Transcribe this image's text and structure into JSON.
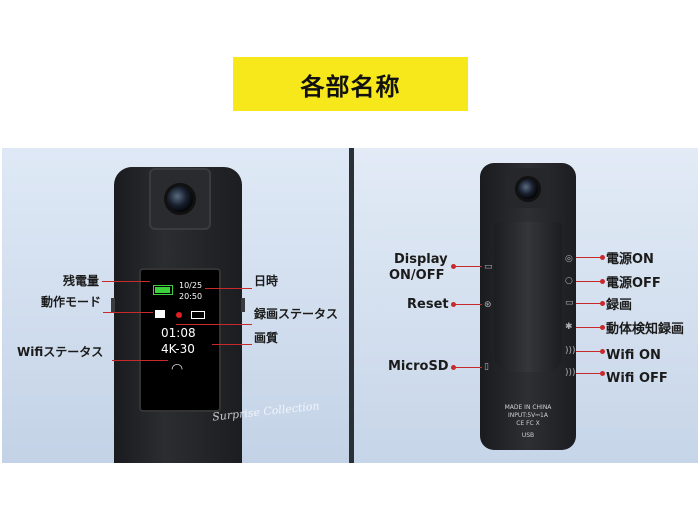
{
  "title": "各部名称",
  "left": {
    "labels": {
      "battery": "残電量",
      "mode": "動作モード",
      "wifi_status": "Wifiステータス",
      "datetime": "日時",
      "rec_status": "録画ステータス",
      "quality": "画質"
    },
    "screen": {
      "date": "10/25",
      "time": "20:50",
      "elapsed": "01:08",
      "resolution": "4K-30"
    },
    "watermark": "Surprise Collection"
  },
  "right": {
    "labels": {
      "display": "Display",
      "display2": "ON/OFF",
      "reset": "Reset",
      "microsd": "MicroSD",
      "power_on": "電源ON",
      "power_off": "電源OFF",
      "record": "録画",
      "motion": "動体検知録画",
      "wifi_on": "Wifi ON",
      "wifi_off": "Wifi OFF"
    },
    "print": {
      "made": "MADE IN CHINA",
      "input": "INPUT:5V⎓1A",
      "usb": "USB"
    }
  },
  "colors": {
    "accent": "#f7e81c",
    "line": "#c8292b"
  }
}
